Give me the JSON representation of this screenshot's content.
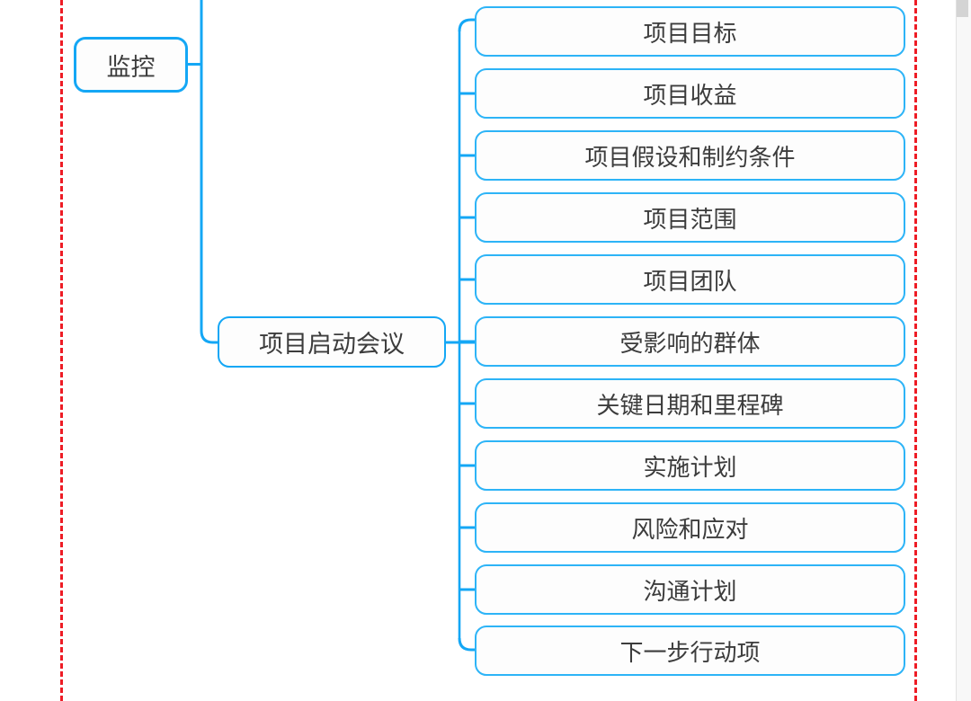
{
  "diagram": {
    "type": "mind-map",
    "orientation": "left-to-right",
    "theme": {
      "node_border": "#14a7f5",
      "leaf_border": "#2db4f7",
      "connector": "#14a7f5",
      "text": "#3c3c3c",
      "node_fill": "#fdfdfd",
      "canvas": "#ffffff",
      "guide": "#ee1c25"
    },
    "root": {
      "label": "监控"
    },
    "branch": {
      "label": "项目启动会议"
    },
    "leaves": [
      {
        "label": "项目目标"
      },
      {
        "label": "项目收益"
      },
      {
        "label": "项目假设和制约条件"
      },
      {
        "label": "项目范围"
      },
      {
        "label": "项目团队"
      },
      {
        "label": "受影响的群体"
      },
      {
        "label": "关键日期和里程碑"
      },
      {
        "label": "实施计划"
      },
      {
        "label": "风险和应对"
      },
      {
        "label": "沟通计划"
      },
      {
        "label": "下一步行动项"
      }
    ]
  },
  "chrome": {
    "scrollbar": {
      "name": "vertical-scrollbar"
    },
    "guides": {
      "left": "selection-guide-left",
      "right": "selection-guide-right"
    }
  }
}
